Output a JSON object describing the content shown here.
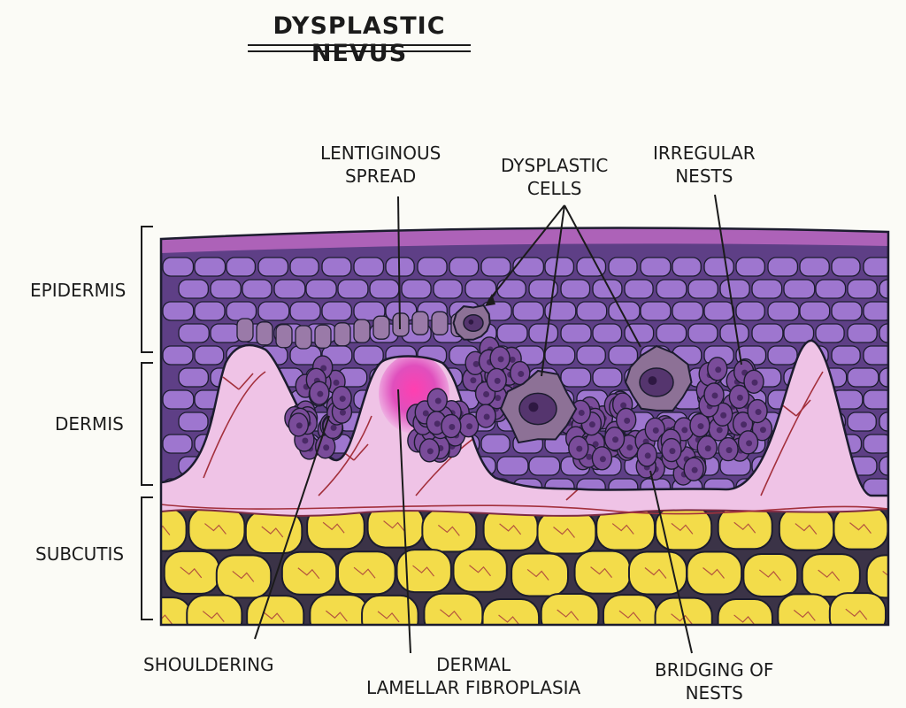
{
  "title": "DYSPLASTIC NEVUS",
  "layers": {
    "epidermis": "EPIDERMIS",
    "dermis": "DERMIS",
    "subcutis": "SUBCUTIS"
  },
  "callouts": {
    "lentiginous_spread": "LENTIGINOUS\nSPREAD",
    "dysplastic_cells": "DYSPLASTIC\nCELLS",
    "irregular_nests": "IRREGULAR\nNESTS",
    "shouldering": "SHOULDERING",
    "dermal_fibroplasia": "DERMAL\nLAMELLAR FIBROPLASIA",
    "bridging_of_nests": "BRIDGING OF\nNESTS"
  },
  "colors": {
    "epidermis_cell": "#9e76cf",
    "epidermis_bg": "#5e3f86",
    "dermis": "#efc3e6",
    "fat": "#f3dc4a",
    "nevus_cell": "#7a4c9a",
    "fibroplasia": "#e8399f",
    "outline": "#1c1c2e"
  }
}
